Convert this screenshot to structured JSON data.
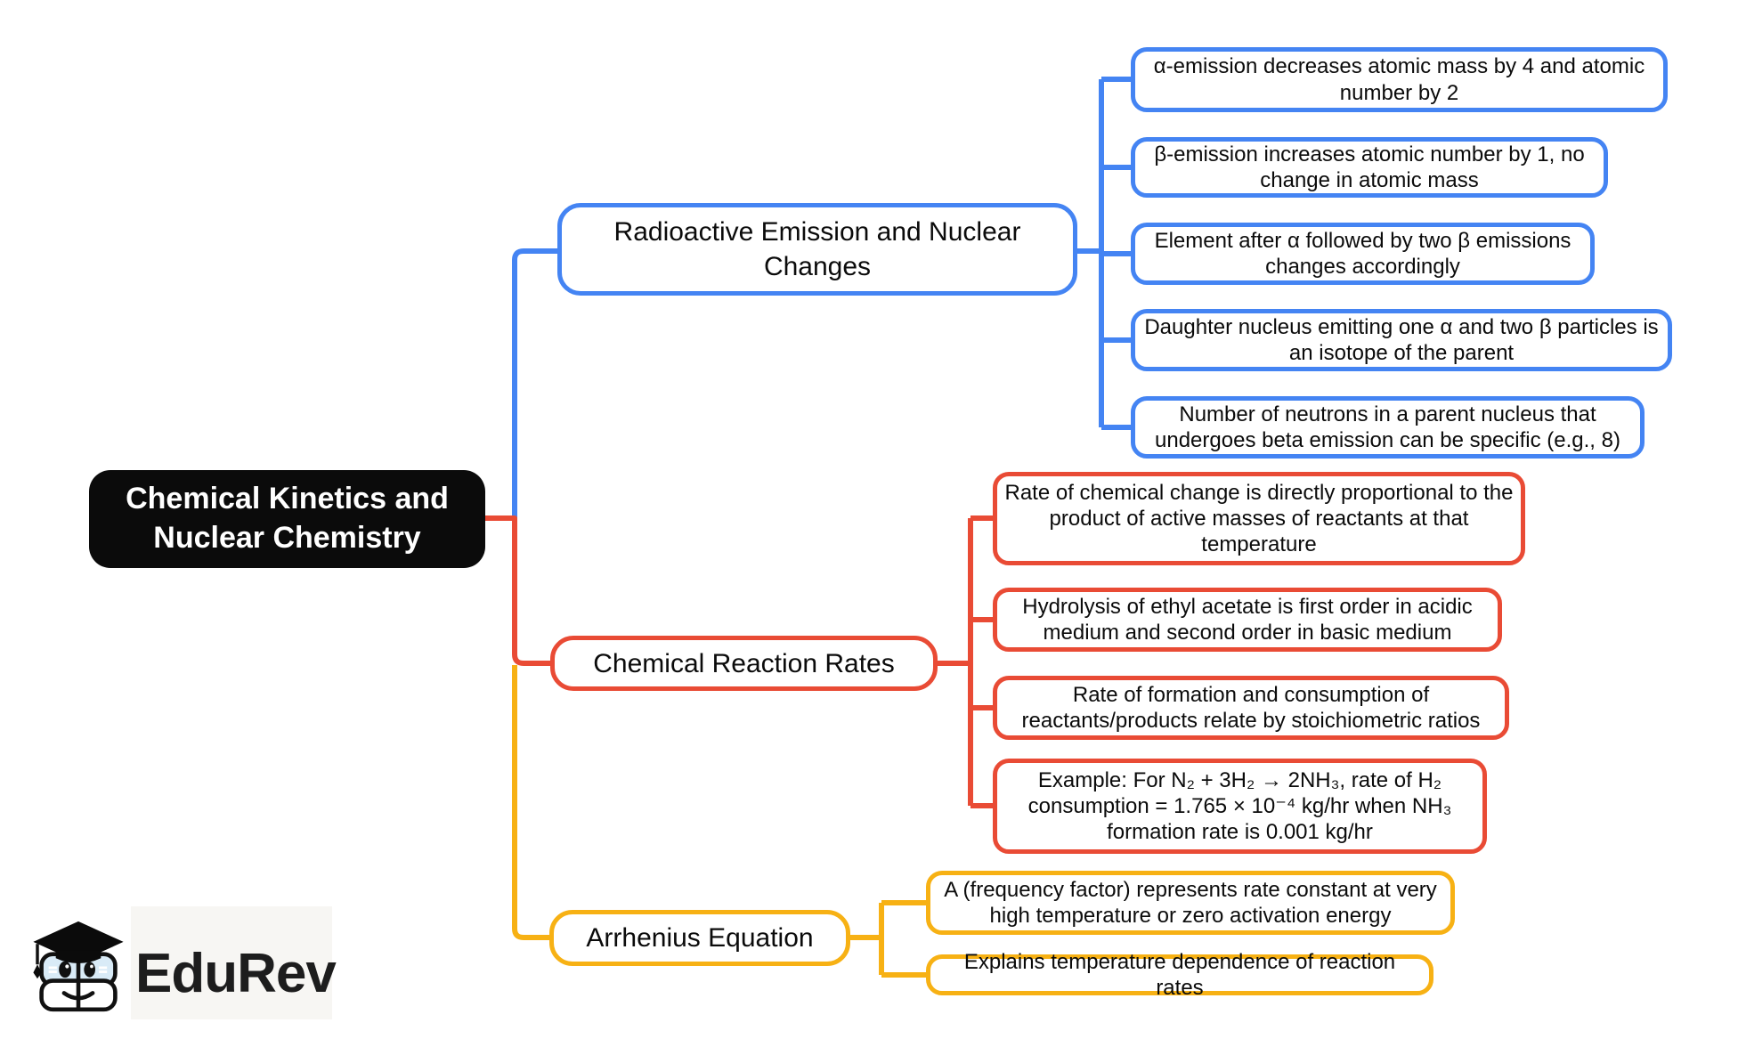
{
  "root": {
    "label": "Chemical Kinetics and Nuclear Chemistry"
  },
  "branches": [
    {
      "label": "Radioactive Emission and Nuclear Changes",
      "color": "#4484F3",
      "leaves": [
        "α-emission decreases atomic mass by 4 and atomic number by 2",
        "β-emission increases atomic number by 1, no change in atomic mass",
        "Element after α followed by two β emissions changes accordingly",
        "Daughter nucleus emitting one α and two β particles is an isotope of the parent",
        "Number of neutrons in a parent nucleus that undergoes beta emission can be specific (e.g., 8)"
      ]
    },
    {
      "label": "Chemical Reaction Rates",
      "color": "#E94B35",
      "leaves": [
        "Rate of chemical change is directly proportional to the product of active masses of reactants at that temperature",
        "Hydrolysis of ethyl acetate is first order in acidic medium and second order in basic medium",
        "Rate of formation and consumption of reactants/products relate by stoichiometric ratios",
        "Example: For N₂ + 3H₂ → 2NH₃, rate of H₂ consumption = 1.765 × 10⁻⁴ kg/hr when NH₃ formation rate is 0.001 kg/hr"
      ]
    },
    {
      "label": "Arrhenius Equation",
      "color": "#F7B114",
      "leaves": [
        "A (frequency factor) represents rate constant at very high temperature or zero activation energy",
        "Explains temperature dependence of reaction rates"
      ]
    }
  ],
  "colors": {
    "root_background": "#0b0b0b",
    "root_text": "#ffffff",
    "branch_blue": "#4484F3",
    "branch_red": "#E94B35",
    "branch_yellow": "#F7B114",
    "node_text": "#0b0b0b",
    "background": "#ffffff"
  },
  "logo": {
    "text": "EduRev"
  }
}
